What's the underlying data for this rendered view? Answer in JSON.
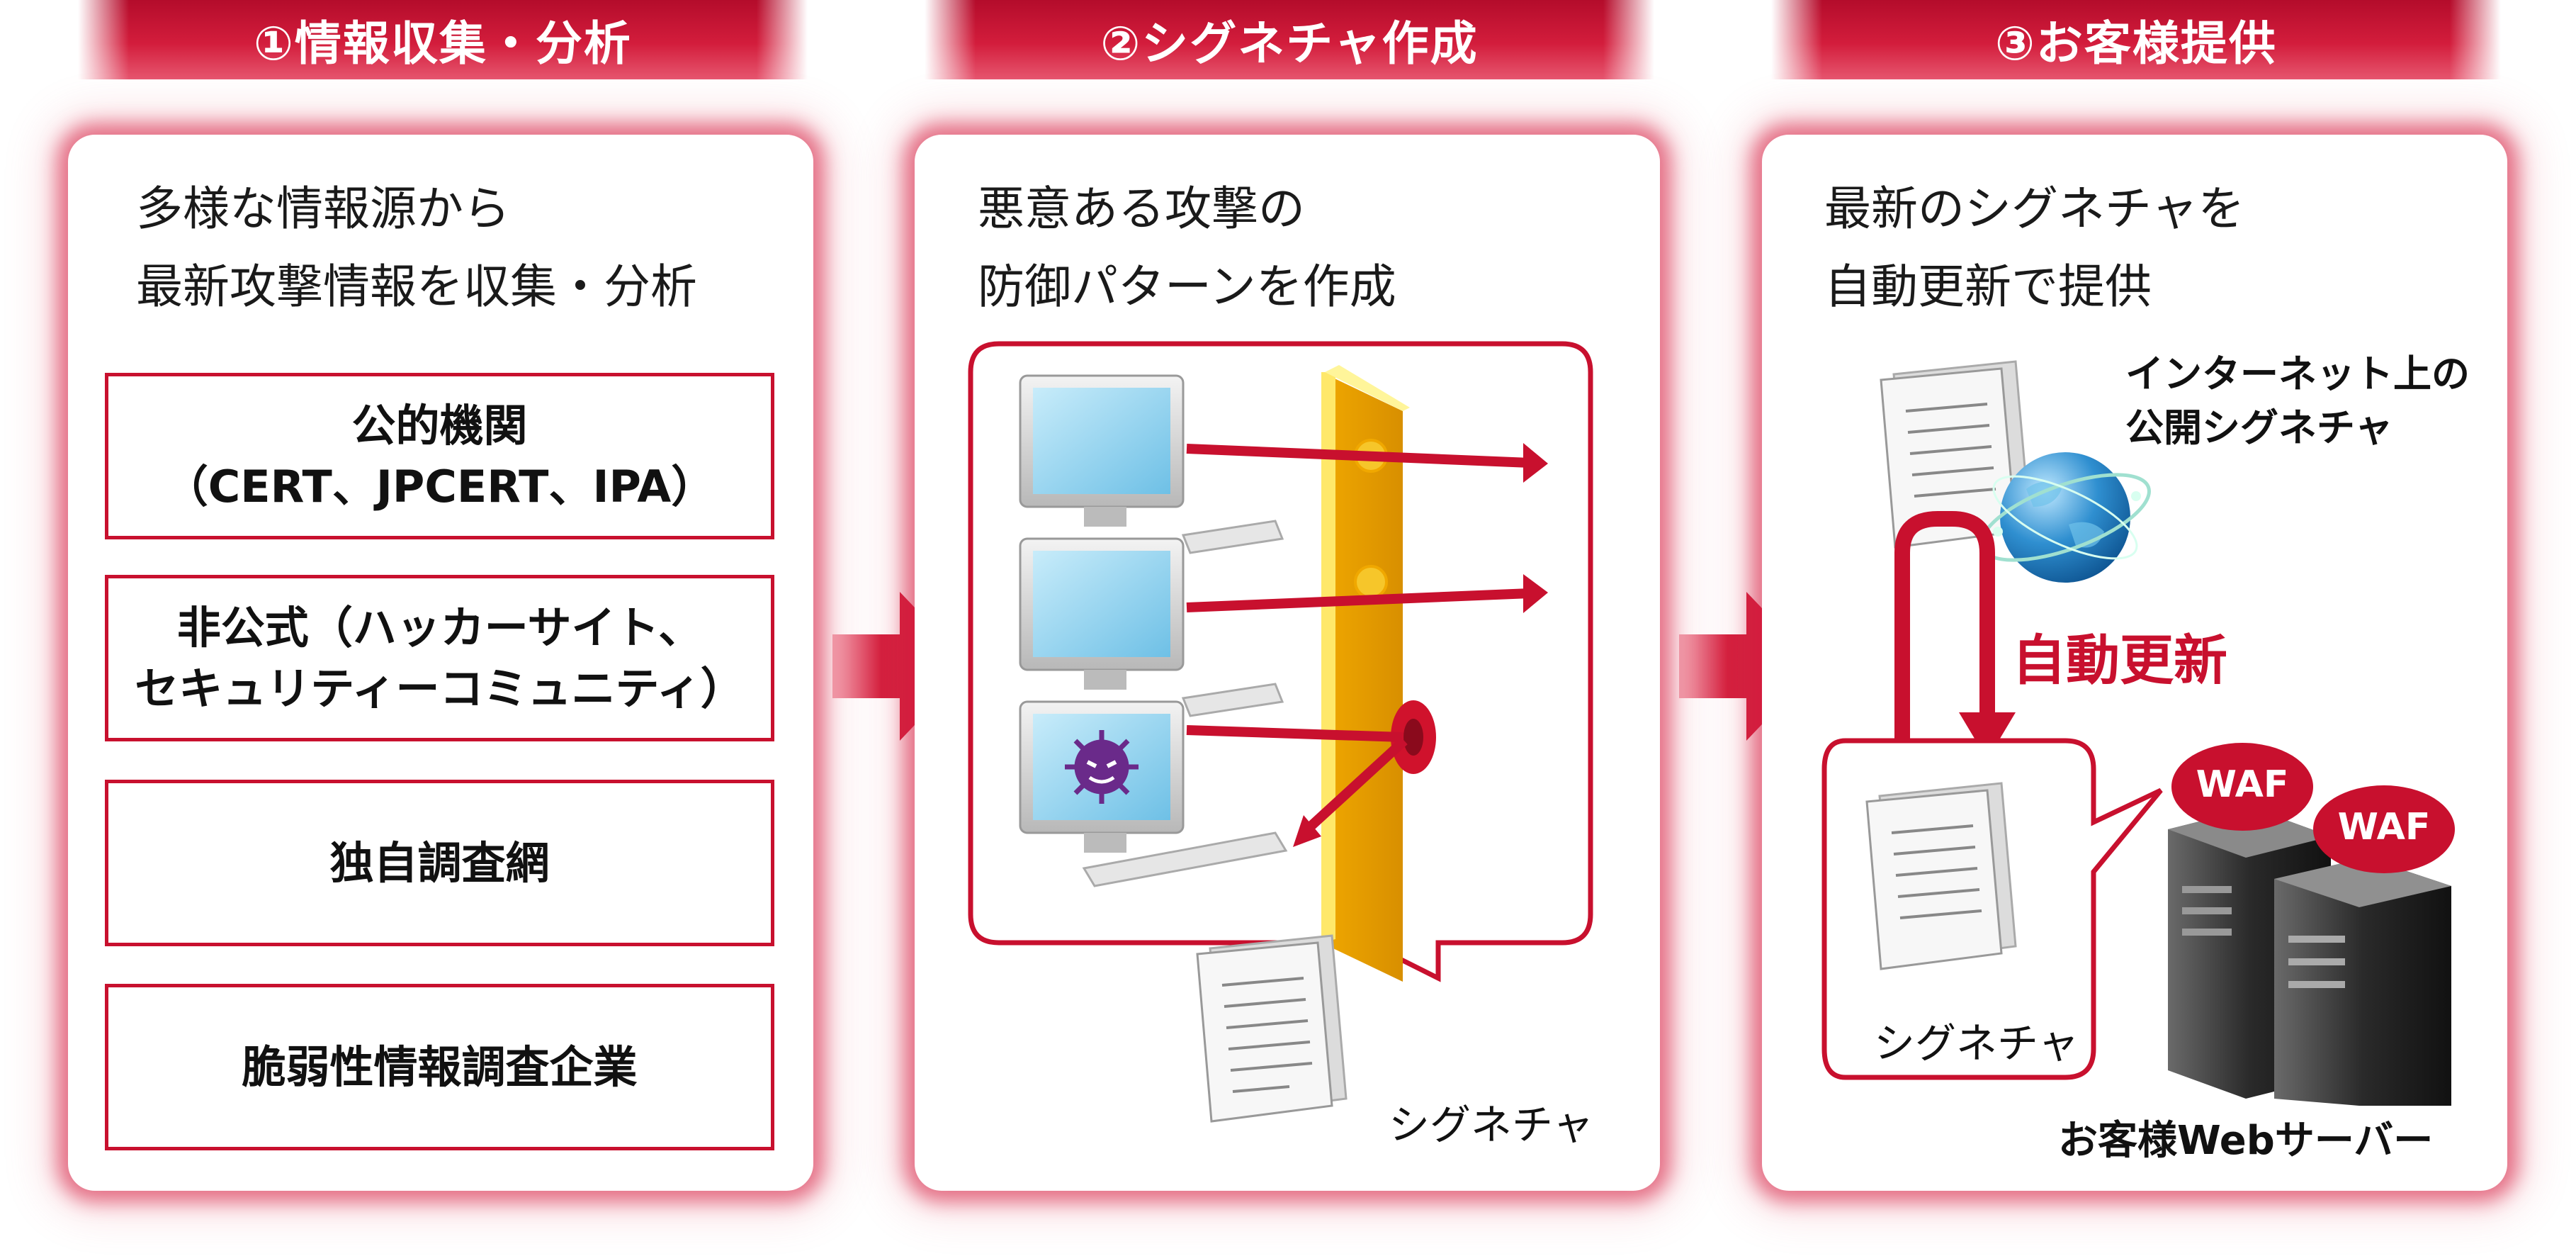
{
  "steps": [
    {
      "title": "①情報収集・分析",
      "desc": [
        "多様な情報源から",
        "最新攻撃情報を収集・分析"
      ],
      "sources": [
        {
          "lines": [
            "公的機関",
            "（CERT、JPCERT、IPA）"
          ]
        },
        {
          "lines": [
            "非公式（ハッカーサイト、",
            "セキュリティーコミュニティ）"
          ]
        },
        {
          "lines": [
            "独自調査網"
          ]
        },
        {
          "lines": [
            "脆弱性情報調査企業"
          ]
        }
      ]
    },
    {
      "title": "②シグネチャ作成",
      "desc": [
        "悪意ある攻撃の",
        "防御パターンを作成"
      ],
      "signature_label": "シグネチャ"
    },
    {
      "title": "③お客様提供",
      "desc": [
        "最新のシグネチャを",
        "自動更新で提供"
      ],
      "public_label": [
        "インターネット上の",
        "公開シグネチャ"
      ],
      "auto_update": "自動更新",
      "signature_label": "シグネチャ",
      "waf_labels": [
        "WAF",
        "WAF"
      ],
      "server_label": "お客様Webサーバー"
    }
  ],
  "colors": {
    "accent": "#c8102e",
    "wall": "#f5d21f",
    "screen": "#8fd0ec"
  }
}
